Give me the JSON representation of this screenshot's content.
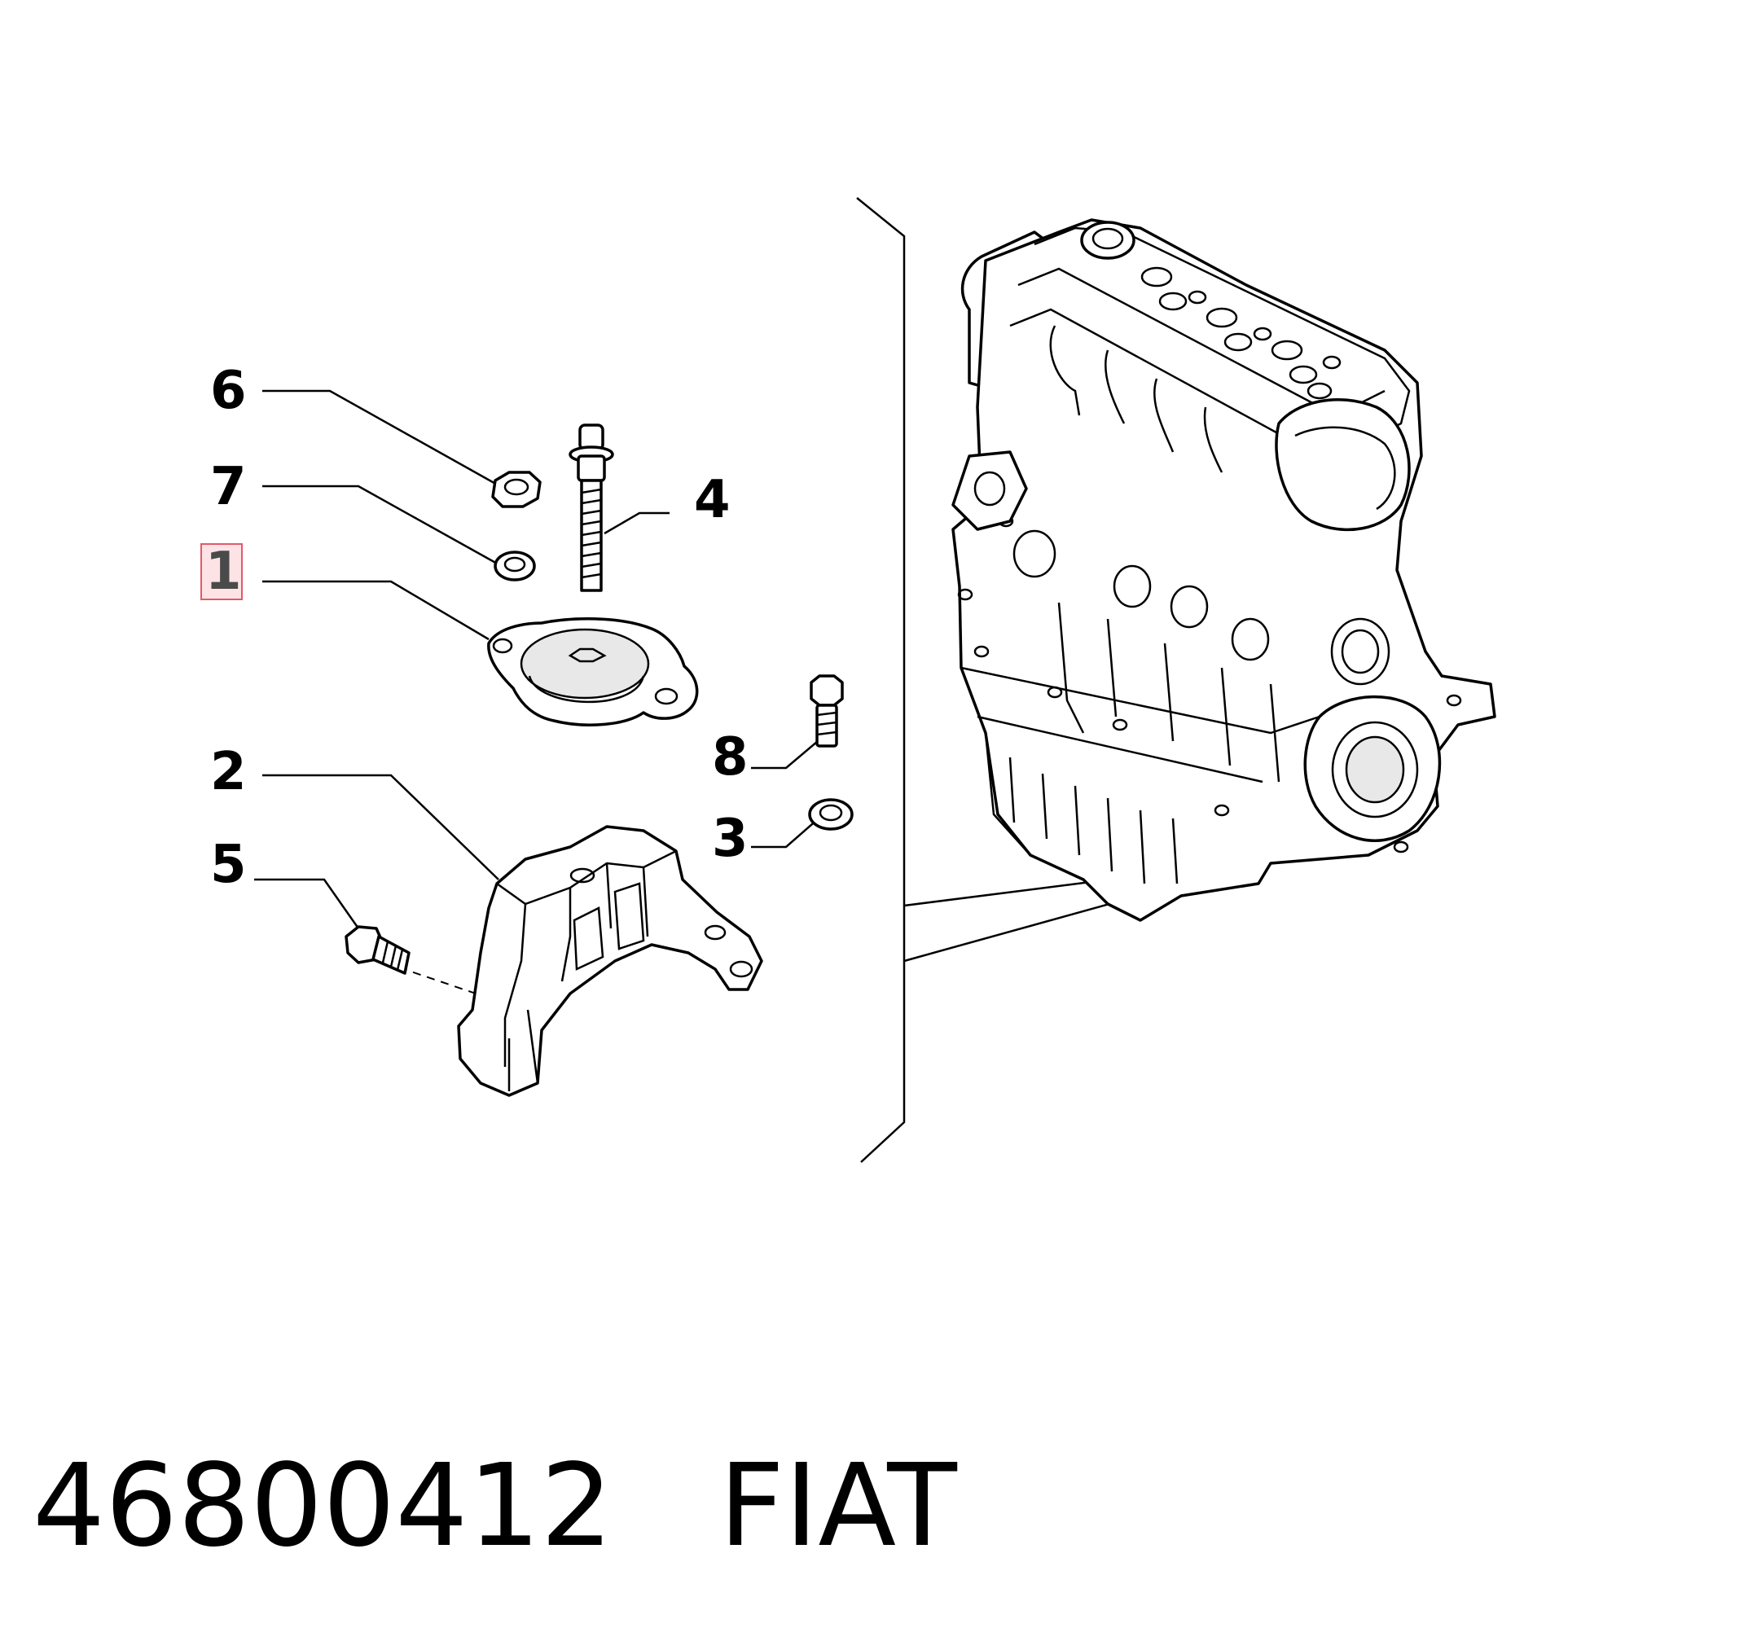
{
  "diagram": {
    "callouts": [
      {
        "id": "6",
        "label": "6"
      },
      {
        "id": "7",
        "label": "7"
      },
      {
        "id": "1",
        "label": "1",
        "highlighted": true
      },
      {
        "id": "4",
        "label": "4"
      },
      {
        "id": "2",
        "label": "2"
      },
      {
        "id": "8",
        "label": "8"
      },
      {
        "id": "3",
        "label": "3"
      },
      {
        "id": "5",
        "label": "5"
      }
    ],
    "highlight_color": "#fde3e6",
    "highlight_border": "#e05a6a"
  },
  "footer": {
    "part_number": "46800412",
    "brand": "FIAT"
  }
}
